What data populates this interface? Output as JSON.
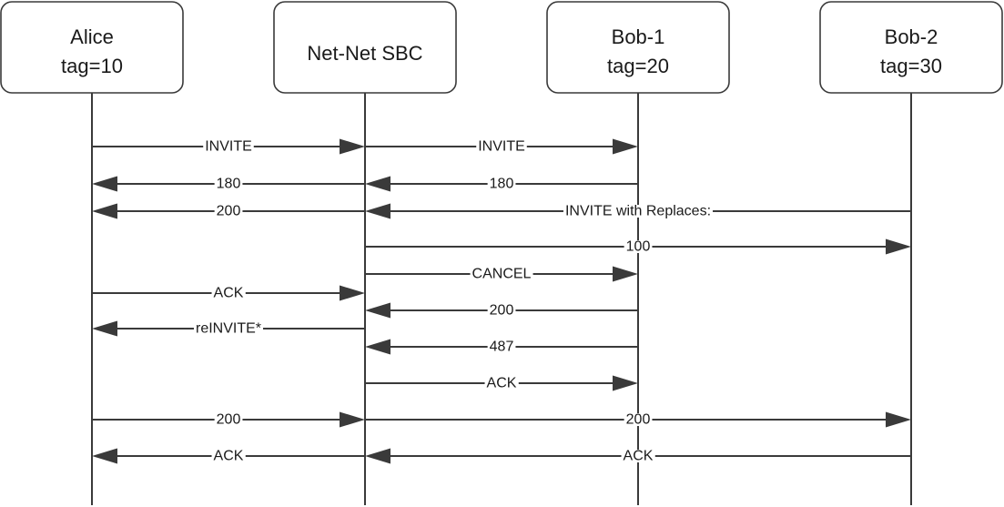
{
  "participants": [
    {
      "id": "alice",
      "lines": [
        "Alice",
        "tag=10"
      ]
    },
    {
      "id": "sbc",
      "lines": [
        "Net-Net SBC"
      ]
    },
    {
      "id": "bob1",
      "lines": [
        "Bob-1",
        "tag=20"
      ]
    },
    {
      "id": "bob2",
      "lines": [
        "Bob-2",
        "tag=30"
      ]
    }
  ],
  "messages": [
    {
      "from": "alice",
      "to": "sbc",
      "label": "INVITE"
    },
    {
      "from": "sbc",
      "to": "bob1",
      "label": "INVITE"
    },
    {
      "from": "sbc",
      "to": "alice",
      "label": "180"
    },
    {
      "from": "bob1",
      "to": "sbc",
      "label": "180"
    },
    {
      "from": "sbc",
      "to": "alice",
      "label": "200"
    },
    {
      "from": "bob2",
      "to": "sbc",
      "label": "INVITE with Replaces:"
    },
    {
      "from": "sbc",
      "to": "bob2",
      "label": "100"
    },
    {
      "from": "sbc",
      "to": "bob1",
      "label": "CANCEL"
    },
    {
      "from": "alice",
      "to": "sbc",
      "label": "ACK"
    },
    {
      "from": "bob1",
      "to": "sbc",
      "label": "200"
    },
    {
      "from": "sbc",
      "to": "alice",
      "label": "reINVITE*"
    },
    {
      "from": "bob1",
      "to": "sbc",
      "label": "487"
    },
    {
      "from": "sbc",
      "to": "bob1",
      "label": "ACK"
    },
    {
      "from": "alice",
      "to": "sbc",
      "label": "200"
    },
    {
      "from": "sbc",
      "to": "bob2",
      "label": "200"
    },
    {
      "from": "sbc",
      "to": "alice",
      "label": "ACK"
    },
    {
      "from": "bob2",
      "to": "sbc",
      "label": "ACK"
    }
  ]
}
